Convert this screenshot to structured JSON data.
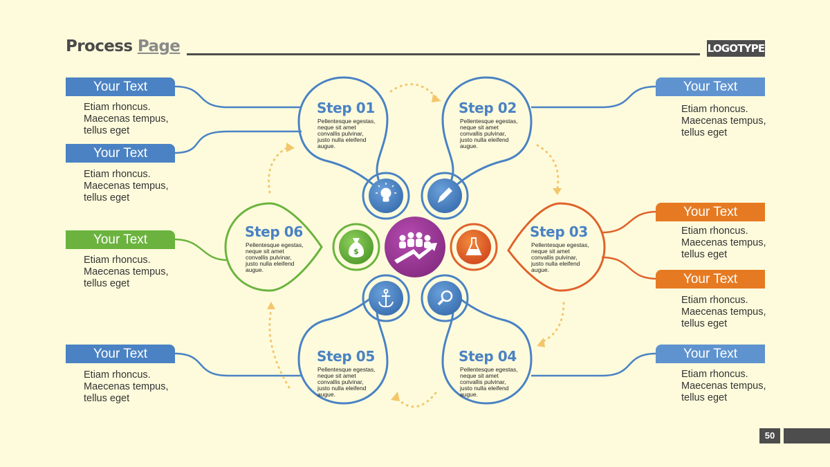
{
  "header": {
    "title_main": "Process ",
    "title_accent": "Page",
    "logo": "LOGOTYPE"
  },
  "footer": {
    "page_number": "50"
  },
  "steps": [
    {
      "label": "Step 01",
      "text": "Pellentesque egestas,\nneque sit amet\nconvallis pulvinar,\njusto nulla eleifend\naugue.",
      "icon": "lightbulb-icon",
      "color": "#4a82c3"
    },
    {
      "label": "Step 02",
      "text": "Pellentesque egestas,\nneque sit amet\nconvallis pulvinar,\njusto nulla eleifend\naugue.",
      "icon": "pencil-icon",
      "color": "#4a82c3"
    },
    {
      "label": "Step 03",
      "text": "Pellentesque egestas,\nneque sit amet\nconvallis pulvinar,\njusto nulla eleifend\naugue.",
      "icon": "flask-icon",
      "color": "#e0622a"
    },
    {
      "label": "Step 04",
      "text": "Pellentesque egestas,\nneque sit amet\nconvallis pulvinar,\njusto nulla eleifend\naugue.",
      "icon": "magnifier-icon",
      "color": "#4a82c3"
    },
    {
      "label": "Step 05",
      "text": "Pellentesque egestas,\nneque sit amet\nconvallis pulvinar,\njusto nulla eleifend\naugue.",
      "icon": "anchor-icon",
      "color": "#4a82c3"
    },
    {
      "label": "Step 06",
      "text": "Pellentesque egestas,\nneque sit amet\nconvallis pulvinar,\njusto nulla eleifend\naugue.",
      "icon": "money-bag-icon",
      "color": "#6bb33e"
    }
  ],
  "center": {
    "icon": "team-growth-icon",
    "color": "#9a3294"
  },
  "callouts": [
    {
      "label": "Your Text",
      "text": "Etiam rhoncus.\nMaecenas tempus,\ntellus eget",
      "color": "#4a82c3"
    },
    {
      "label": "Your Text",
      "text": "Etiam rhoncus.\nMaecenas tempus,\ntellus eget",
      "color": "#4a82c3"
    },
    {
      "label": "Your Text",
      "text": "Etiam rhoncus.\nMaecenas tempus,\ntellus eget",
      "color": "#6bb33e"
    },
    {
      "label": "Your Text",
      "text": "Etiam rhoncus.\nMaecenas tempus,\ntellus eget",
      "color": "#4a82c3"
    },
    {
      "label": "Your Text",
      "text": "Etiam rhoncus.\nMaecenas tempus,\ntellus eget",
      "color": "#4a82c3"
    },
    {
      "label": "Your Text",
      "text": "Etiam rhoncus.\nMaecenas tempus,\ntellus eget",
      "color": "#e0622a"
    },
    {
      "label": "Your Text",
      "text": "Etiam rhoncus.\nMaecenas tempus,\ntellus eget",
      "color": "#e0622a"
    },
    {
      "label": "Your Text",
      "text": "Etiam rhoncus.\nMaecenas tempus,\ntellus eget",
      "color": "#4a82c3"
    }
  ],
  "colors": {
    "arrow": "#f3c66c",
    "background": "#fdfbdc"
  }
}
